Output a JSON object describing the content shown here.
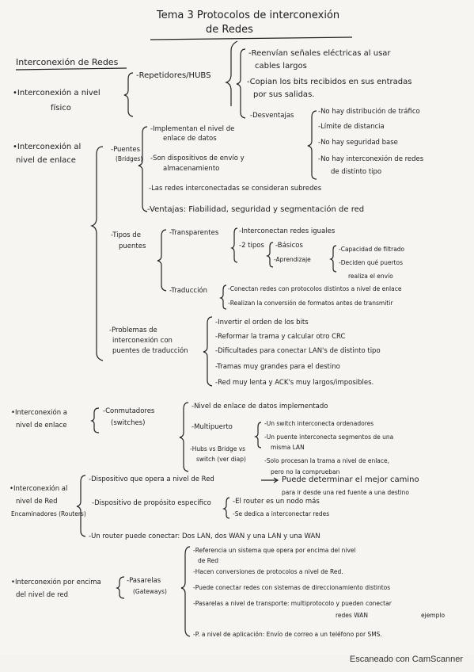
{
  "title": {
    "line1": "Tema 3 Protocolos de interconexión",
    "line2": "de Redes"
  },
  "section_heading": "Interconexión de Redes",
  "s1": {
    "label1": "•Interconexión a nivel",
    "label2": "físico",
    "node": "-Repetidores/HUBS",
    "items": [
      "-Reenvían señales eléctricas al usar",
      "cables largos",
      "-Copian los bits recibidos en sus entradas",
      "por sus salidas."
    ],
    "sub": "-Desventajas",
    "sub_items": [
      "-No hay distribución de tráfico",
      "-Límite de distancia",
      "-No hay seguridad base",
      "-No hay interconexión de redes",
      "de distinto tipo"
    ]
  },
  "s2": {
    "label1": "•Interconexión al",
    "label2": "nivel de enlace",
    "puentes": "-Puentes",
    "puentes_sub": "(Bridges)",
    "puentes_items": [
      "-Implementan el nivel de",
      "enlace de datos",
      "-Son dispositivos de envío y",
      "almacenamiento",
      "-Las redes interconectadas se consideran subredes",
      "-Ventajas: Fiabilidad, seguridad y segmentación de red"
    ],
    "tipos": "-Tipos de",
    "tipos2": "puentes",
    "transparentes": "-Transparentes",
    "transp_items": [
      "-Interconectan redes iguales",
      "-2 tipos",
      "-Básicos",
      "-Aprendizaje",
      "-Capacidad de filtrado",
      "-Deciden qué puertos",
      "realiza el envío"
    ],
    "traduccion": "-Traducción",
    "trad_items": [
      "-Conectan redes con protocolos distintos a nivel de enlace",
      "-Realizan la conversión de formatos antes de transmitir"
    ],
    "problemas": "-Problemas de",
    "problemas2": "interconexión con",
    "problemas3": "puentes de traducción",
    "prob_items": [
      "-Invertir el orden de los bits",
      "-Reformar la trama y calcular otro CRC",
      "-Dificultades para conectar LAN's de distinto tipo",
      "-Tramas muy grandes para el destino",
      "-Red muy lenta y ACK's muy largos/imposibles."
    ]
  },
  "s3": {
    "label1": "•Interconexión a",
    "label2": "nivel de enlace",
    "node": "-Conmutadores",
    "node2": "(switches)",
    "items": [
      "-Nivel de enlace de datos implementado",
      "-Multipuerto",
      "-Un switch interconecta ordenadores",
      "-Un puente interconecta segmentos de una",
      "misma LAN",
      "-Hubs vs Bridge vs",
      "switch (ver diap)",
      "-Solo procesan la trama a nivel de enlace,",
      "pero no la comprueban"
    ]
  },
  "s4": {
    "label1": "•Interconexión al",
    "label2": "nivel de Red",
    "label3": "Encaminadores (Routers)",
    "items": [
      "-Dispositivo que opera a nivel de Red",
      "Puede determinar el mejor camino",
      "para ir desde una red fuente a una destino",
      "-Dispositivo de propósito específico",
      "-El router es un nodo más",
      "-Se dedica a interconectar redes",
      "-Un router puede conectar: Dos LAN, dos WAN y una LAN y una WAN"
    ]
  },
  "s5": {
    "label1": "•Interconexión por encima",
    "label2": "del nivel de red",
    "node": "-Pasarelas",
    "node2": "(Gateways)",
    "items": [
      "-Referencia un sistema que opera por encima del nivel",
      "de Red",
      "-Hacen conversiones de protocolos a nivel de Red.",
      "-Puede conectar redes con sistemas de direccionamiento distintos",
      "-Pasarelas a nivel de transporte: multiprotocolo y pueden conectar",
      "redes WAN",
      "ejemplo",
      "-P. a nivel de aplicación: Envío de correo a un teléfono por SMS."
    ]
  },
  "footer": "Escaneado con CamScanner"
}
